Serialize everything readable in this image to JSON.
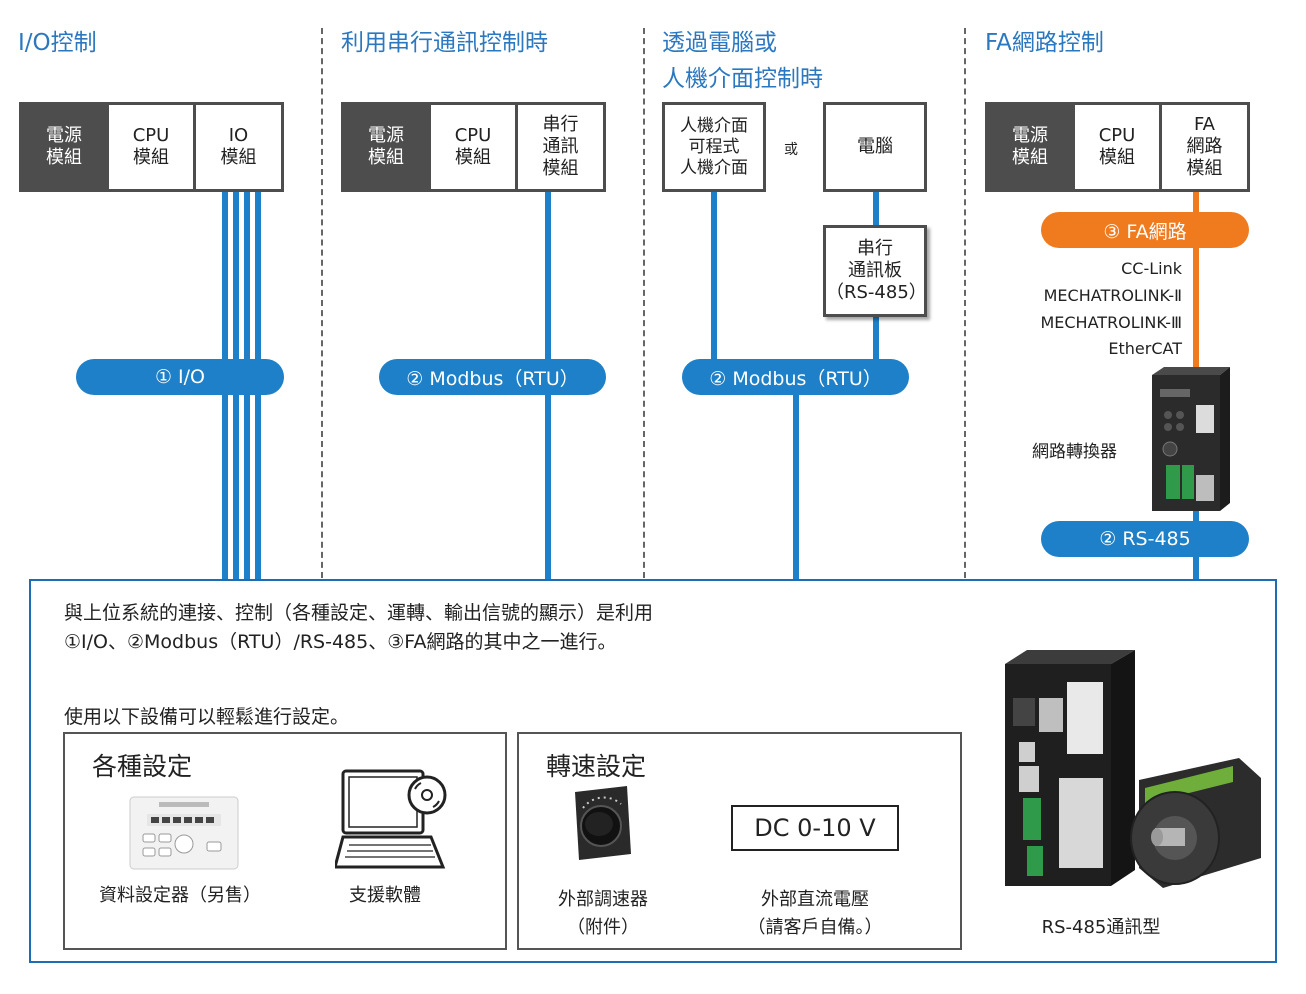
{
  "columns": {
    "io": {
      "title": "I/O控制",
      "modules": [
        "電源\n模組",
        "CPU\n模組",
        "IO\n模組"
      ],
      "pill": "① I/O"
    },
    "serial": {
      "title": "利用串行通訊控制時",
      "modules": [
        "電源\n模組",
        "CPU\n模組",
        "串行\n通訊\n模組"
      ],
      "pill": "② Modbus（RTU）"
    },
    "pc": {
      "title": "透過電腦或\n人機介面控制時",
      "hmi": "人機介面\n可程式\n人機介面",
      "or": "或",
      "pc": "電腦",
      "board": "串行\n通訊板\n（RS-485）",
      "pill": "② Modbus（RTU）"
    },
    "fa": {
      "title": "FA網路控制",
      "modules": [
        "電源\n模組",
        "CPU\n模組",
        "FA\n網路\n模組"
      ],
      "pill_network": "③ FA網路",
      "networks": [
        "CC-Link",
        "MECHATROLINK-Ⅱ",
        "MECHATROLINK-Ⅲ",
        "EtherCAT"
      ],
      "converter": "網路轉換器",
      "pill_rs485": "② RS-485"
    }
  },
  "panel": {
    "text_line1": "與上位系統的連接、控制（各種設定、運轉、輸出信號的顯示）是利用",
    "text_line2": "①I/O、②Modbus（RTU）/RS-485、③FA網路的其中之一進行。",
    "text_line3": "使用以下設備可以輕鬆進行設定。",
    "settings": {
      "title": "各種設定",
      "item1": "資料設定器（另售）",
      "item2": "支援軟體"
    },
    "speed": {
      "title": "轉速設定",
      "item1": "外部調速器\n（附件）",
      "dc_label": "DC 0-10 V",
      "item2": "外部直流電壓\n（請客戶自備。）"
    },
    "product": "RS-485通訊型"
  },
  "colors": {
    "blue": "#1e80c8",
    "orange": "#f07a1e",
    "dark": "#4d4d4d",
    "panel_border": "#1e6db4"
  }
}
